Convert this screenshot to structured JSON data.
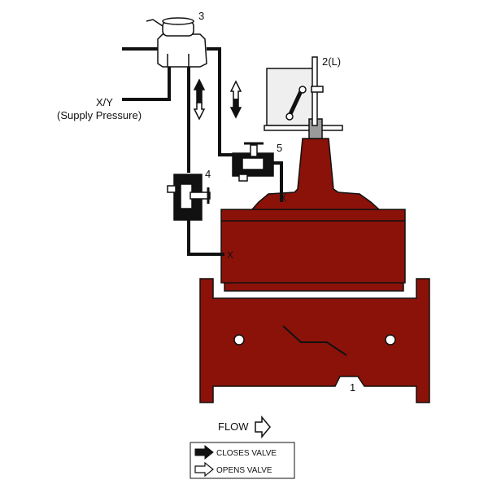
{
  "labels": {
    "main_valve": "1",
    "limit_switch": "2(L)",
    "pilot_solenoid": "3",
    "needle_valve_4": "4",
    "needle_valve_5": "5",
    "supply_port": "X/Y",
    "supply_caption": "(Supply Pressure)",
    "port_upper": "X",
    "port_lower": "X"
  },
  "flow": {
    "label": "FLOW"
  },
  "legend": {
    "closes": "CLOSES VALVE",
    "opens": "OPENS VALVE"
  },
  "colors": {
    "valve_body": "#8b1209",
    "outline": "#111111",
    "switch_box": "#efefef",
    "stem": "#9a9a9a"
  },
  "icons": [
    "solid-arrow-icon",
    "hollow-arrow-icon",
    "flow-arrow-icon"
  ]
}
